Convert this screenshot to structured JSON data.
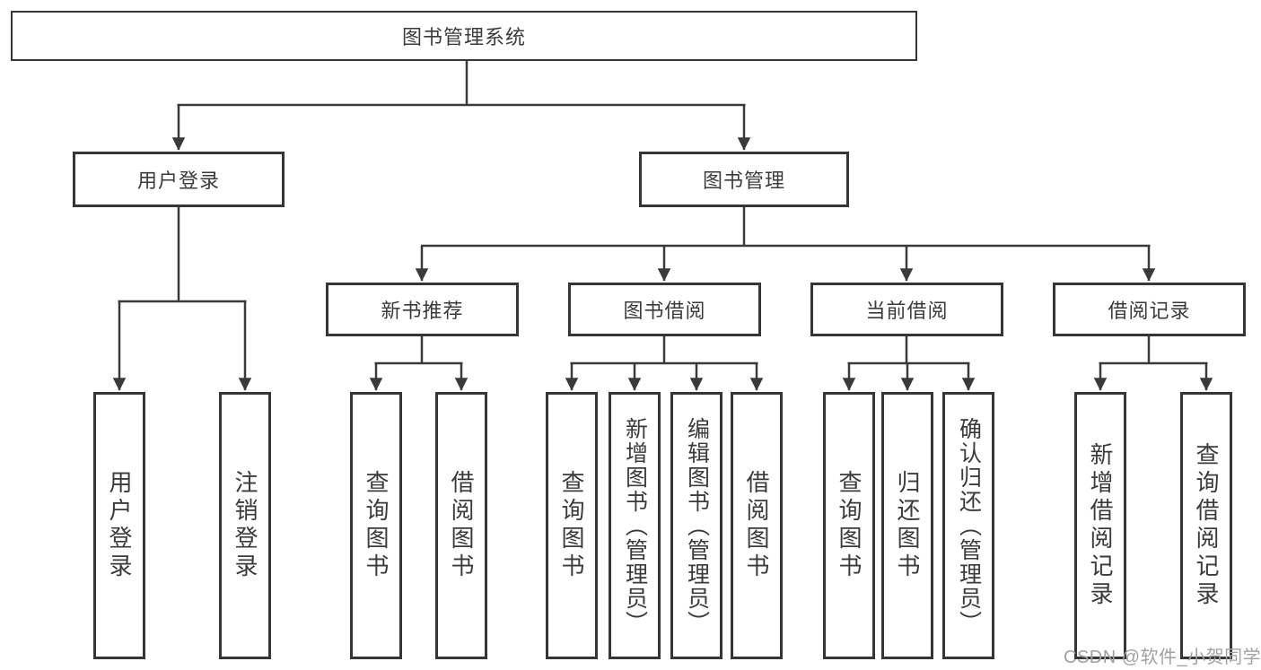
{
  "diagram": {
    "root": {
      "label": "图书管理系统"
    },
    "branches": [
      {
        "label": "用户登录",
        "children": [
          {
            "label": "用户登录"
          },
          {
            "label": "注销登录"
          }
        ]
      },
      {
        "label": "图书管理",
        "children": [
          {
            "label": "新书推荐",
            "children": [
              {
                "label": "查询图书"
              },
              {
                "label": "借阅图书"
              }
            ]
          },
          {
            "label": "图书借阅",
            "children": [
              {
                "label": "查询图书"
              },
              {
                "label": "新增图书（管理员）"
              },
              {
                "label": "编辑图书（管理员）"
              },
              {
                "label": "借阅图书"
              }
            ]
          },
          {
            "label": "当前借阅",
            "children": [
              {
                "label": "查询图书"
              },
              {
                "label": "归还图书"
              },
              {
                "label": "确认归还（管理员）"
              }
            ]
          },
          {
            "label": "借阅记录",
            "children": [
              {
                "label": "新增借阅记录"
              },
              {
                "label": "查询借阅记录"
              }
            ]
          }
        ]
      }
    ]
  },
  "watermark": {
    "text": "CSDN @软件_小贺同学"
  },
  "colors": {
    "line": "#3a3a3a",
    "border": "#363636",
    "text": "#3b3b3b",
    "background": "#ffffff",
    "watermark": "#a2a2a2"
  }
}
